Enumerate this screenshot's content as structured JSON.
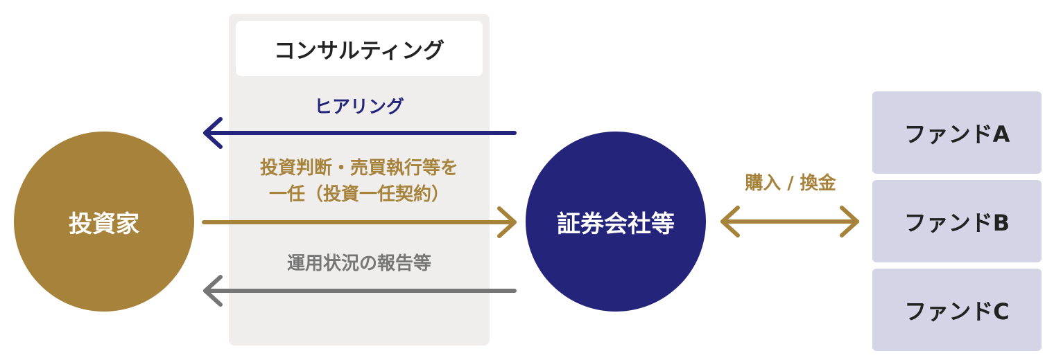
{
  "investor": {
    "label": "投資家"
  },
  "consulting": {
    "title": "コンサルティング"
  },
  "flows": {
    "hearing": "ヒアリング",
    "delegation_line1": "投資判断・売買執行等を",
    "delegation_line2": "一任（投資一任契約）",
    "report": "運用状況の報告等",
    "purchase": "購入 / 換金"
  },
  "securities": {
    "label": "証券会社等"
  },
  "funds": [
    "ファンドA",
    "ファンドB",
    "ファンドC"
  ],
  "colors": {
    "gold": "#a6823a",
    "navy": "#25247b",
    "gray": "#767676"
  }
}
